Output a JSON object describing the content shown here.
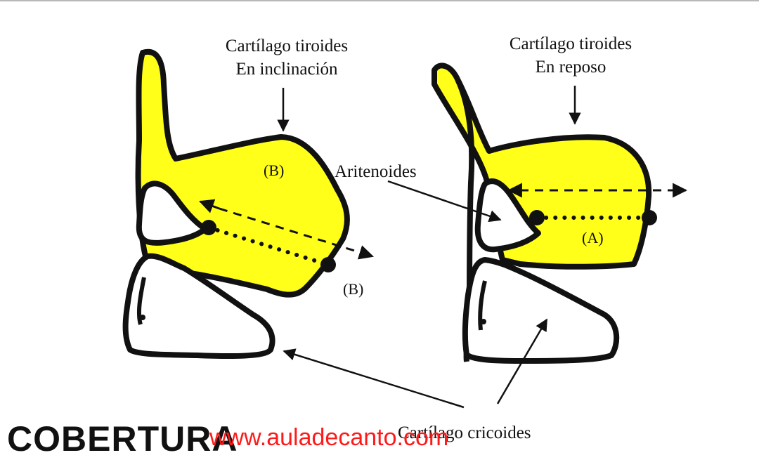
{
  "labels": {
    "left_cartilage_line1": "Cartílago tiroides",
    "left_cartilage_line2": "En inclinación",
    "right_cartilage_line1": "Cartílago tiroides",
    "right_cartilage_line2": "En reposo",
    "arytenoids": "Aritenoides",
    "cricoid": "Cartílago cricoides",
    "marker_b_upper": "(B)",
    "marker_b_lower": "(B)",
    "marker_a": "(A)"
  },
  "caption": "COBERTURA",
  "watermark": "www.auladecanto.com",
  "colors": {
    "cartilage_fill": "#ffff1a",
    "outline": "#111111",
    "watermark": "#ff1a1a",
    "background": "#ffffff"
  }
}
